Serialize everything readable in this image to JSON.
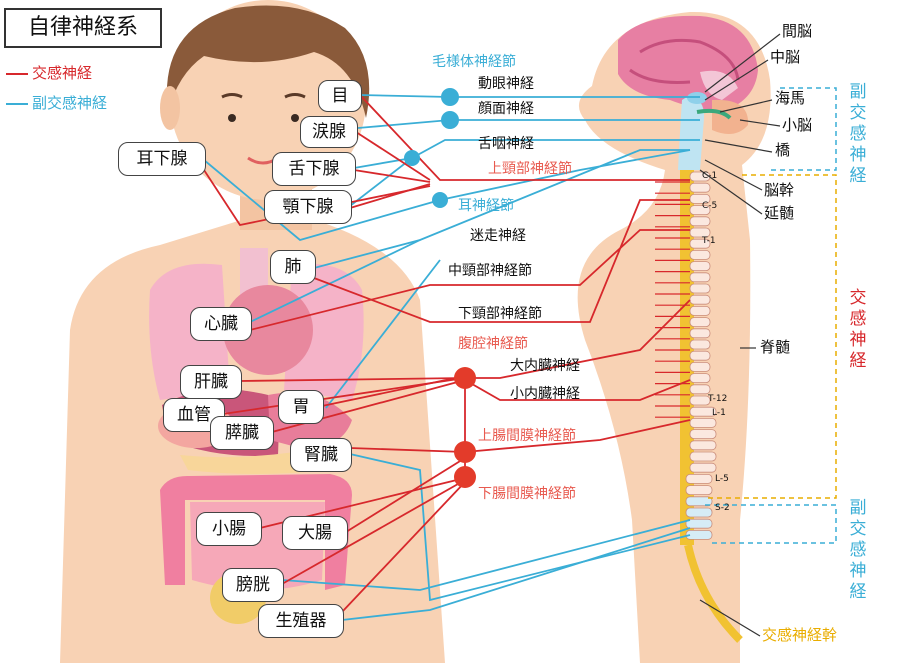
{
  "title": "自律神経系",
  "legend": [
    {
      "label": "交感神経",
      "color": "#d7282c"
    },
    {
      "label": "副交感神経",
      "color": "#3aaed6"
    }
  ],
  "colors": {
    "sympathetic": "#d7282c",
    "parasympathetic": "#3aaed6",
    "trunk": "#e9ad00",
    "skin": "#f8d2b4"
  },
  "organs": {
    "eye": "目",
    "lacrimal": "涙腺",
    "parotid": "耳下腺",
    "sublingual": "舌下腺",
    "submandibular": "顎下腺",
    "lung": "肺",
    "heart": "心臓",
    "liver": "肝臓",
    "vessel": "血管",
    "pancreas": "膵臓",
    "stomach": "胃",
    "kidney": "腎臓",
    "small_intestine": "小腸",
    "large_intestine": "大腸",
    "bladder": "膀胱",
    "genital": "生殖器"
  },
  "nerves": {
    "ciliary_ganglion": "毛様体神経節",
    "oculomotor": "動眼神経",
    "facial": "顔面神経",
    "glossopharyngeal": "舌咽神経",
    "superior_cervical": "上頸部神経節",
    "otic_ganglion": "耳神経節",
    "vagus": "迷走神経",
    "middle_cervical": "中頸部神経節",
    "inferior_cervical": "下頸部神経節",
    "celiac_ganglion": "腹腔神経節",
    "greater_splanchnic": "大内臓神経",
    "lesser_splanchnic": "小内臓神経",
    "superior_mesenteric": "上腸間膜神経節",
    "inferior_mesenteric": "下腸間膜神経節"
  },
  "brain": {
    "diencephalon": "間脳",
    "midbrain": "中脳",
    "hippocampus": "海馬",
    "cerebellum": "小脳",
    "pons": "橋",
    "brainstem": "脳幹",
    "medulla": "延髄",
    "spinal_cord": "脊髄",
    "sympathetic_trunk": "交感神経幹"
  },
  "vertebrae": {
    "c1": "C-1",
    "c5": "C-5",
    "t1": "T-1",
    "t12": "T-12",
    "l1": "L-1",
    "l5": "L-5",
    "s2": "S-2"
  },
  "side_labels": {
    "parasym_top": "副交感神経",
    "sympathetic": "交感神経",
    "parasym_bottom": "副交感神経"
  }
}
